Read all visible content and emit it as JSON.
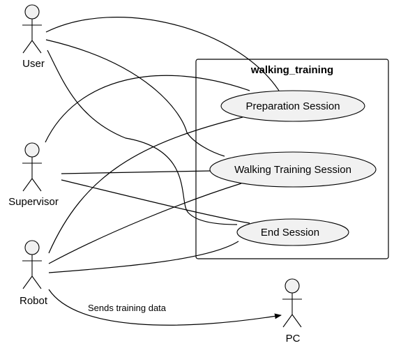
{
  "diagram": {
    "boundary": {
      "title": "walking_training"
    },
    "actors": [
      {
        "id": "user",
        "label": "User"
      },
      {
        "id": "supervisor",
        "label": "Supervisor"
      },
      {
        "id": "robot",
        "label": "Robot"
      },
      {
        "id": "pc",
        "label": "PC"
      }
    ],
    "use_cases": [
      {
        "id": "prep",
        "label": "Preparation Session"
      },
      {
        "id": "walk",
        "label": "Walking Training Session"
      },
      {
        "id": "end",
        "label": "End Session"
      }
    ],
    "associations": [
      {
        "from": "user",
        "to": "prep"
      },
      {
        "from": "user",
        "to": "walk"
      },
      {
        "from": "user",
        "to": "end"
      },
      {
        "from": "supervisor",
        "to": "prep"
      },
      {
        "from": "supervisor",
        "to": "walk"
      },
      {
        "from": "supervisor",
        "to": "end"
      },
      {
        "from": "robot",
        "to": "prep"
      },
      {
        "from": "robot",
        "to": "walk"
      },
      {
        "from": "robot",
        "to": "end"
      },
      {
        "from": "robot",
        "to": "pc",
        "label": "Sends training data",
        "arrow": true
      }
    ]
  }
}
